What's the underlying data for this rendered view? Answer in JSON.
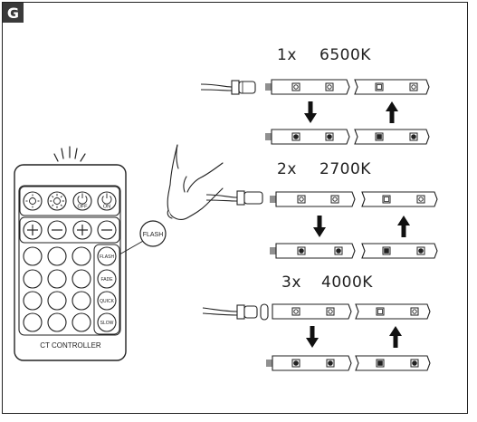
{
  "figure_label": "G",
  "modes": [
    {
      "count": "1x",
      "temperature": "6500K"
    },
    {
      "count": "2x",
      "temperature": "2700K"
    },
    {
      "count": "3x",
      "temperature": "4000K"
    }
  ],
  "remote": {
    "title": "CT CONTROLLER",
    "top_buttons": [
      "",
      "",
      "OFF",
      "ON"
    ],
    "side_buttons": [
      "FLASH",
      "FADE",
      "QUICK",
      "SLOW"
    ],
    "callout": "FLASH"
  },
  "colors": {
    "line": "#222222",
    "badge": "#3a3a3a",
    "background": "#ffffff"
  },
  "icons": [
    "brightness-down-icon",
    "brightness-up-icon",
    "power-off-icon",
    "power-on-icon",
    "plus-icon",
    "minus-icon",
    "arrow-down-icon",
    "arrow-up-icon",
    "hand-icon"
  ]
}
